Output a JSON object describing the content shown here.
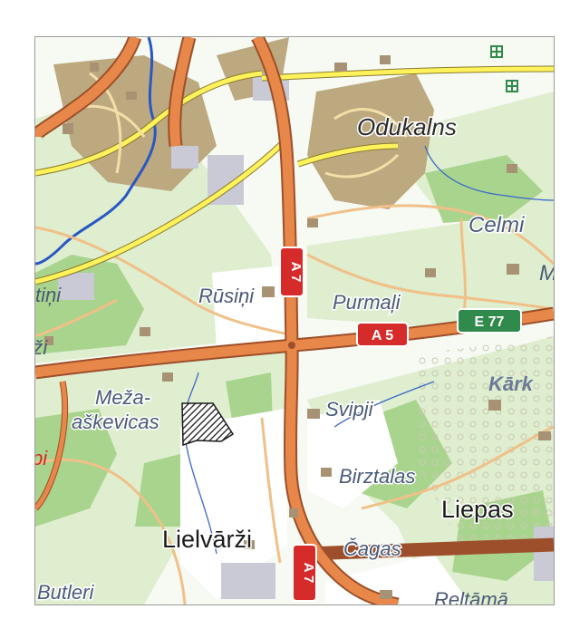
{
  "map": {
    "places": {
      "odukalns": "Odukalns",
      "celmi": "Celmi",
      "m_partial": "M",
      "rusini": "Rūsiņi",
      "purmali": "Purmaļi",
      "tini_partial": "tiņi",
      "zi_partial": "rži",
      "meza": "Meža-",
      "askevicas": "aškevicas",
      "pi_partial": "pi",
      "karki": "Kārk",
      "svipji": "Svipji",
      "birztalas": "Birztalas",
      "liepas": "Liepas",
      "lielvarzi": "Lielvārži",
      "cagas": "Čagas",
      "butleri": "Butleri",
      "bottom_partial": "Reltāmā"
    },
    "shields": {
      "a7_north": "A 7",
      "a7_south": "A 7",
      "a5": "A 5",
      "e77": "E 77"
    },
    "colors": {
      "meadow": "#dfeecf",
      "forest": "#a9d48e",
      "urban": "#bda97f",
      "building": "#a79374",
      "main_road": "#e8874a",
      "road_casing": "#9c4f2a",
      "secondary_road": "#fff25a",
      "minor_road": "#f0c088",
      "water": "#3a67c9",
      "river": "#2957c4",
      "red_shield": "#d52b2a",
      "green_shield": "#2f8a4c",
      "label_blue_gray": "#4a5a78"
    }
  }
}
